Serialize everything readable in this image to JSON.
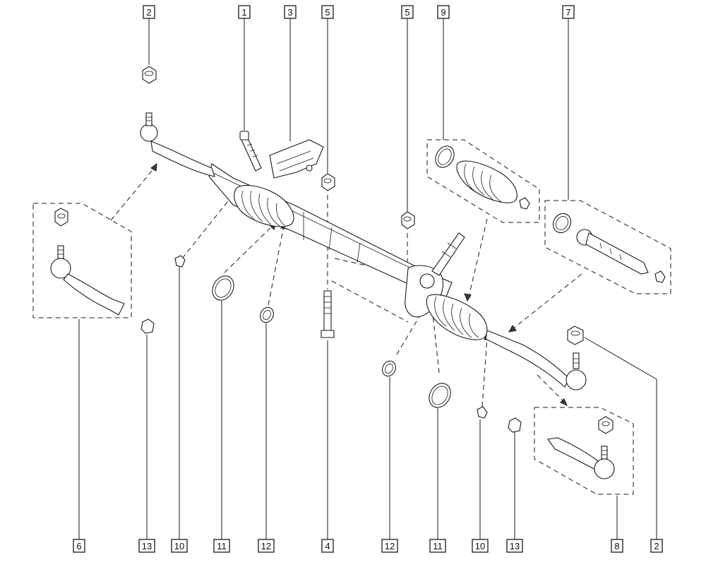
{
  "callouts": {
    "top": [
      {
        "id": "c-top-2",
        "label": "2"
      },
      {
        "id": "c-top-1",
        "label": "1"
      },
      {
        "id": "c-top-3",
        "label": "3"
      },
      {
        "id": "c-top-5a",
        "label": "5"
      },
      {
        "id": "c-top-5b",
        "label": "5"
      },
      {
        "id": "c-top-9",
        "label": "9"
      },
      {
        "id": "c-top-7",
        "label": "7"
      }
    ],
    "bottom": [
      {
        "id": "c-bot-6",
        "label": "6"
      },
      {
        "id": "c-bot-13a",
        "label": "13"
      },
      {
        "id": "c-bot-10a",
        "label": "10"
      },
      {
        "id": "c-bot-11a",
        "label": "11"
      },
      {
        "id": "c-bot-12a",
        "label": "12"
      },
      {
        "id": "c-bot-4",
        "label": "4"
      },
      {
        "id": "c-bot-12b",
        "label": "12"
      },
      {
        "id": "c-bot-11b",
        "label": "11"
      },
      {
        "id": "c-bot-10b",
        "label": "10"
      },
      {
        "id": "c-bot-13b",
        "label": "13"
      },
      {
        "id": "c-bot-8",
        "label": "8"
      },
      {
        "id": "c-bot-2",
        "label": "2"
      }
    ]
  }
}
